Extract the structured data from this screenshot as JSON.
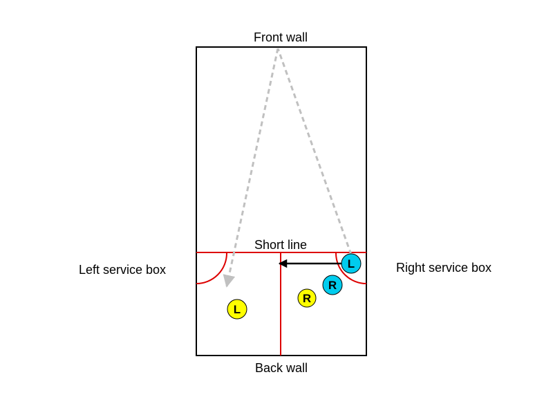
{
  "labels": {
    "front_wall": "Front wall",
    "back_wall": "Back wall",
    "short_line": "Short line",
    "left_service_box": "Left service box",
    "right_service_box": "Right service box"
  },
  "players": [
    {
      "letter": "L",
      "team": "cyan"
    },
    {
      "letter": "R",
      "team": "cyan"
    },
    {
      "letter": "R",
      "team": "yellow"
    },
    {
      "letter": "L",
      "team": "yellow"
    }
  ],
  "colors": {
    "court_line": "#000000",
    "red_line": "#dd0000",
    "cyan_player": "#00ccee",
    "yellow_player": "#ffff00",
    "ball_path": "#c0c0c0",
    "movement_arrow": "#000000"
  }
}
